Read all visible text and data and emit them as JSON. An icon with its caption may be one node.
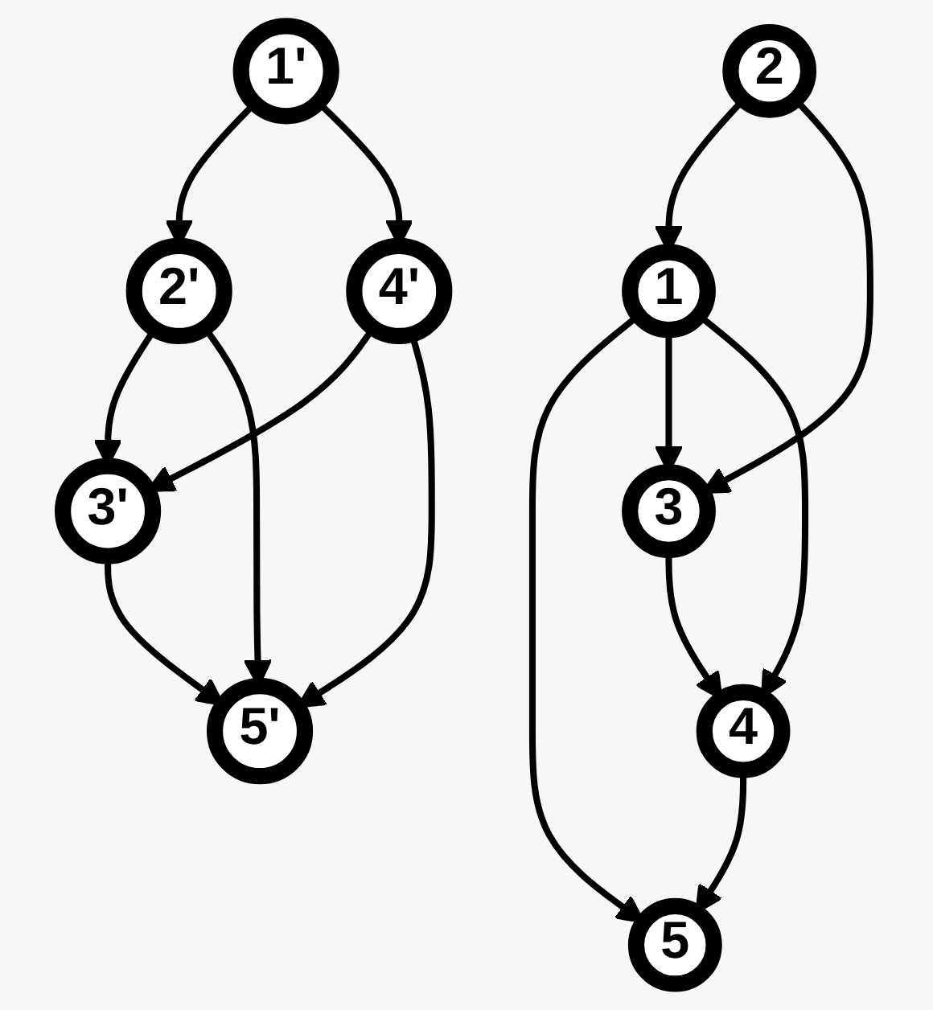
{
  "diagram": {
    "nodes": [
      {
        "text": [
          "1'"
        ]
      },
      {
        "text": [
          "1"
        ]
      },
      {
        "text": [
          "5"
        ]
      },
      {
        "text": [
          "2"
        ]
      },
      {
        "text": [
          "2'"
        ]
      },
      {
        "text": [
          "3'"
        ]
      },
      {
        "text": [
          "4'"
        ]
      },
      {
        "text": [
          "3"
        ]
      },
      {
        "text": [
          "4"
        ]
      },
      {
        "text": [
          "5'"
        ]
      }
    ],
    "edges": [
      {
        "from": 0,
        "to": 4,
        "arrow": "to"
      },
      {
        "from": 0,
        "to": 6,
        "arrow": "to"
      },
      {
        "from": 1,
        "to": 2,
        "arrow": "to"
      },
      {
        "from": 1,
        "to": 7,
        "arrow": "to"
      },
      {
        "from": 1,
        "to": 8,
        "arrow": "to"
      },
      {
        "from": 3,
        "to": 1,
        "arrow": "to"
      },
      {
        "from": 3,
        "to": 7,
        "arrow": "to"
      },
      {
        "from": 4,
        "to": 5,
        "arrow": "to"
      },
      {
        "from": 4,
        "to": 9,
        "arrow": "to"
      },
      {
        "from": 6,
        "to": 5,
        "arrow": "to"
      },
      {
        "from": 6,
        "to": 9,
        "arrow": "to"
      },
      {
        "from": 5,
        "to": 9,
        "arrow": "to"
      },
      {
        "from": 7,
        "to": 8,
        "arrow": "to"
      },
      {
        "from": 8,
        "to": 2,
        "arrow": "to"
      }
    ]
  }
}
